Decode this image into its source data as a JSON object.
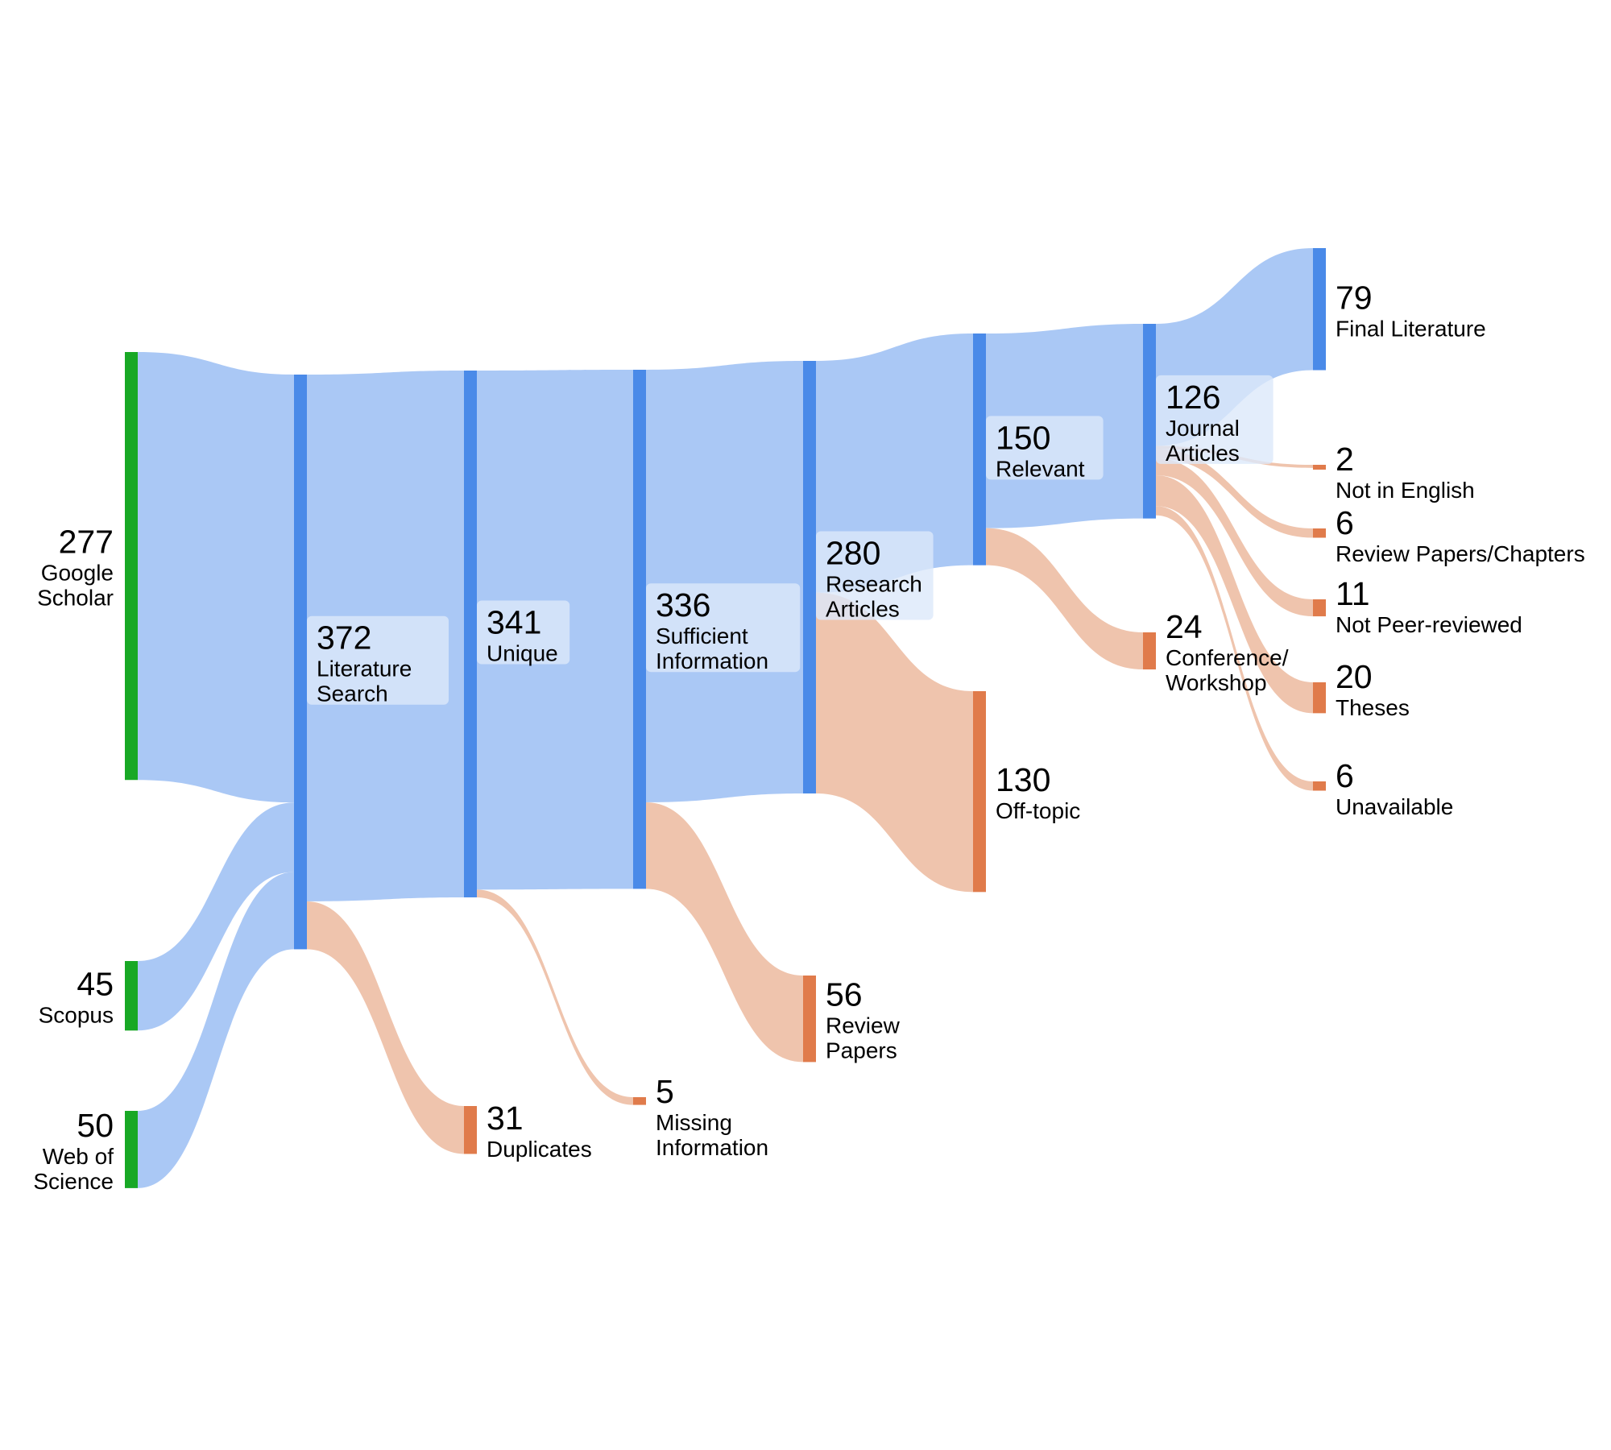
{
  "chart_data": {
    "type": "sankey",
    "colors": {
      "source_node": "#18a825",
      "stage_node": "#4a8ae8",
      "excluded_node": "#e07b4b",
      "stage_link": "#aac8f5",
      "excluded_link": "#efc4ad",
      "label_box": "#dce8fa"
    },
    "nodes": [
      {
        "id": "google-scholar",
        "value": 277,
        "label": [
          "Google",
          "Scholar"
        ],
        "kind": "source"
      },
      {
        "id": "scopus",
        "value": 45,
        "label": [
          "Scopus"
        ],
        "kind": "source"
      },
      {
        "id": "web-of-science",
        "value": 50,
        "label": [
          "Web of",
          "Science"
        ],
        "kind": "source"
      },
      {
        "id": "literature-search",
        "value": 372,
        "label": [
          "Literature",
          "Search"
        ],
        "kind": "stage"
      },
      {
        "id": "unique",
        "value": 341,
        "label": [
          "Unique"
        ],
        "kind": "stage"
      },
      {
        "id": "duplicates",
        "value": 31,
        "label": [
          "Duplicates"
        ],
        "kind": "excluded"
      },
      {
        "id": "sufficient-information",
        "value": 336,
        "label": [
          "Sufficient",
          "Information"
        ],
        "kind": "stage"
      },
      {
        "id": "missing-information",
        "value": 5,
        "label": [
          "Missing",
          "Information"
        ],
        "kind": "excluded"
      },
      {
        "id": "research-articles",
        "value": 280,
        "label": [
          "Research",
          "Articles"
        ],
        "kind": "stage"
      },
      {
        "id": "review-papers",
        "value": 56,
        "label": [
          "Review",
          "Papers"
        ],
        "kind": "excluded"
      },
      {
        "id": "relevant",
        "value": 150,
        "label": [
          "Relevant"
        ],
        "kind": "stage"
      },
      {
        "id": "off-topic",
        "value": 130,
        "label": [
          "Off-topic"
        ],
        "kind": "excluded"
      },
      {
        "id": "journal-articles",
        "value": 126,
        "label": [
          "Journal",
          "Articles"
        ],
        "kind": "stage"
      },
      {
        "id": "conference-workshop",
        "value": 24,
        "label": [
          "Conference/",
          "Workshop"
        ],
        "kind": "excluded"
      },
      {
        "id": "final-literature",
        "value": 79,
        "label": [
          "Final Literature"
        ],
        "kind": "stage"
      },
      {
        "id": "not-in-english",
        "value": 2,
        "label": [
          "Not in English"
        ],
        "kind": "excluded"
      },
      {
        "id": "review-papers-chapters",
        "value": 6,
        "label": [
          "Review Papers/Chapters"
        ],
        "kind": "excluded"
      },
      {
        "id": "not-peer-reviewed",
        "value": 11,
        "label": [
          "Not Peer-reviewed"
        ],
        "kind": "excluded"
      },
      {
        "id": "theses",
        "value": 20,
        "label": [
          "Theses"
        ],
        "kind": "excluded"
      },
      {
        "id": "unavailable",
        "value": 6,
        "label": [
          "Unavailable"
        ],
        "kind": "excluded"
      }
    ],
    "links": [
      {
        "source": "google-scholar",
        "target": "literature-search",
        "value": 277
      },
      {
        "source": "scopus",
        "target": "literature-search",
        "value": 45
      },
      {
        "source": "web-of-science",
        "target": "literature-search",
        "value": 50
      },
      {
        "source": "literature-search",
        "target": "unique",
        "value": 341
      },
      {
        "source": "literature-search",
        "target": "duplicates",
        "value": 31
      },
      {
        "source": "unique",
        "target": "sufficient-information",
        "value": 336
      },
      {
        "source": "unique",
        "target": "missing-information",
        "value": 5
      },
      {
        "source": "sufficient-information",
        "target": "research-articles",
        "value": 280
      },
      {
        "source": "sufficient-information",
        "target": "review-papers",
        "value": 56
      },
      {
        "source": "research-articles",
        "target": "relevant",
        "value": 150
      },
      {
        "source": "research-articles",
        "target": "off-topic",
        "value": 130
      },
      {
        "source": "relevant",
        "target": "journal-articles",
        "value": 126
      },
      {
        "source": "relevant",
        "target": "conference-workshop",
        "value": 24
      },
      {
        "source": "journal-articles",
        "target": "final-literature",
        "value": 79
      },
      {
        "source": "journal-articles",
        "target": "not-in-english",
        "value": 2
      },
      {
        "source": "journal-articles",
        "target": "review-papers-chapters",
        "value": 6
      },
      {
        "source": "journal-articles",
        "target": "not-peer-reviewed",
        "value": 11
      },
      {
        "source": "journal-articles",
        "target": "theses",
        "value": 20
      },
      {
        "source": "journal-articles",
        "target": "unavailable",
        "value": 6
      }
    ]
  }
}
